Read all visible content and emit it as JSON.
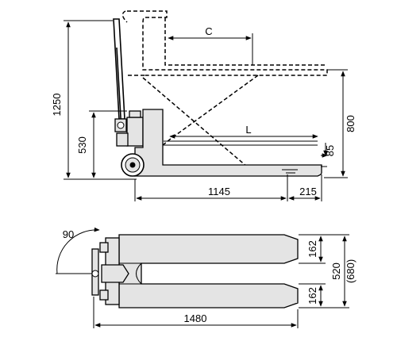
{
  "side_view": {
    "dims": {
      "height_max": "1250",
      "handle_height": "530",
      "lift_height": "800",
      "fork_height": "85",
      "length_C": "C",
      "length_L": "L",
      "length_main": "1145",
      "length_tip": "215"
    }
  },
  "top_view": {
    "dims": {
      "angle": "90",
      "fork_width_top": "162",
      "fork_width_bottom": "162",
      "total_width": "520",
      "total_width_alt": "(680)",
      "total_length": "1480"
    }
  }
}
